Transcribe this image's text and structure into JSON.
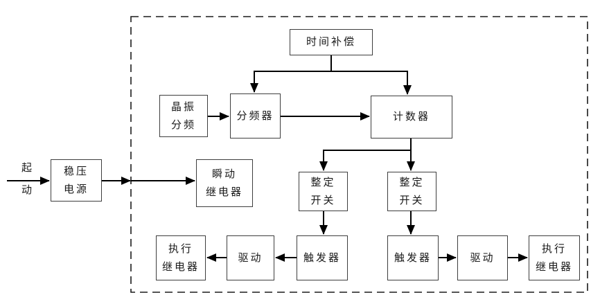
{
  "diagram": {
    "kind": "block-diagram",
    "nodes": {
      "time_compensation": {
        "label": "时间补偿"
      },
      "crystal_divider": {
        "line1": "晶振",
        "line2": "分频"
      },
      "frequency_divider": {
        "label": "分频器"
      },
      "counter": {
        "label": "计数器"
      },
      "start": {
        "line1": "起",
        "line2": "动"
      },
      "regulated_power": {
        "line1": "稳压",
        "line2": "电源"
      },
      "instant_relay": {
        "line1": "瞬动",
        "line2": "继电器"
      },
      "setting_switch_left": {
        "line1": "整定",
        "line2": "开关"
      },
      "setting_switch_right": {
        "line1": "整定",
        "line2": "开关"
      },
      "trigger_left": {
        "label": "触发器"
      },
      "trigger_right": {
        "label": "触发器"
      },
      "drive_left": {
        "label": "驱动"
      },
      "drive_right": {
        "label": "驱动"
      },
      "exec_relay_left": {
        "line1": "执行",
        "line2": "继电器"
      },
      "exec_relay_right": {
        "line1": "执行",
        "line2": "继电器"
      }
    },
    "colors": {
      "connector": "#000000",
      "box_border": "#3d3d3d",
      "dashed_border": "#1a1a1a",
      "background": "#ffffff",
      "text": "#1a1a1a"
    }
  }
}
